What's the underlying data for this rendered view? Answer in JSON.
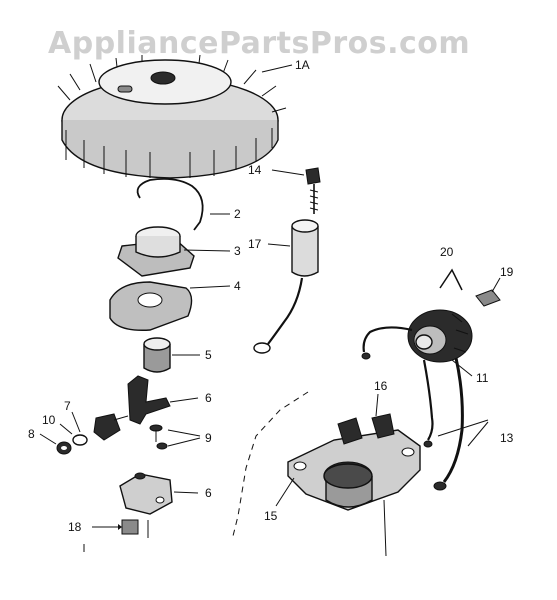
{
  "watermark": "AppliancePartsPros.com",
  "callouts": [
    {
      "id": "1a",
      "text": "1A"
    },
    {
      "id": "2",
      "text": "2"
    },
    {
      "id": "3",
      "text": "3"
    },
    {
      "id": "4",
      "text": "4"
    },
    {
      "id": "5",
      "text": "5"
    },
    {
      "id": "6a",
      "text": "6"
    },
    {
      "id": "6b",
      "text": "6"
    },
    {
      "id": "7",
      "text": "7"
    },
    {
      "id": "8",
      "text": "8"
    },
    {
      "id": "9",
      "text": "9"
    },
    {
      "id": "10",
      "text": "10"
    },
    {
      "id": "11",
      "text": "11"
    },
    {
      "id": "13",
      "text": "13"
    },
    {
      "id": "14",
      "text": "14"
    },
    {
      "id": "15",
      "text": "15"
    },
    {
      "id": "16",
      "text": "16"
    },
    {
      "id": "17",
      "text": "17"
    },
    {
      "id": "18",
      "text": "18"
    },
    {
      "id": "19",
      "text": "19"
    },
    {
      "id": "20",
      "text": "20"
    }
  ]
}
